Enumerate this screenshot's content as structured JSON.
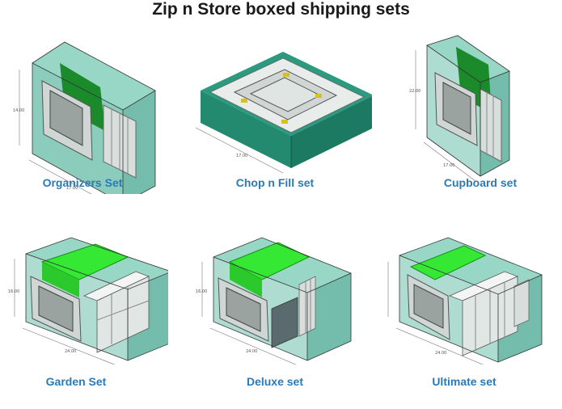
{
  "title": "Zip n Store boxed shipping sets",
  "sets": [
    {
      "name": "Organizers Set"
    },
    {
      "name": "Chop n Fill set"
    },
    {
      "name": "Cupboard set"
    },
    {
      "name": "Garden Set"
    },
    {
      "name": "Deluxe set"
    },
    {
      "name": "Ultimate set"
    }
  ],
  "colors": {
    "box_glass": "#5fb8a4",
    "box_solid": "#238a70",
    "green_panel": "#2fbf2f",
    "bright_green": "#34e834",
    "caption": "#2a7ab8"
  }
}
